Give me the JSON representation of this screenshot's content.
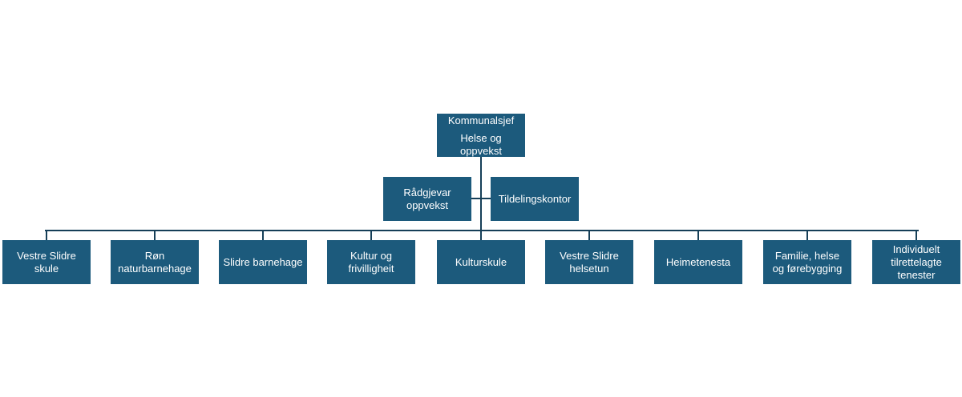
{
  "top": {
    "title": "Kommunalsjef",
    "subtitle": "Helse og oppvekst"
  },
  "assistants": [
    "Rådgjevar oppvekst",
    "Tildelingskontor"
  ],
  "units": [
    "Vestre Slidre skule",
    "Røn naturbarnehage",
    "Slidre barnehage",
    "Kultur og frivilligheit",
    "Kulturskule",
    "Vestre Slidre helsetun",
    "Heimetenesta",
    "Familie, helse og førebygging",
    "Individuelt tilrettelagte tenester"
  ],
  "colors": {
    "box": "#1c5a7c",
    "line": "#163f58"
  }
}
